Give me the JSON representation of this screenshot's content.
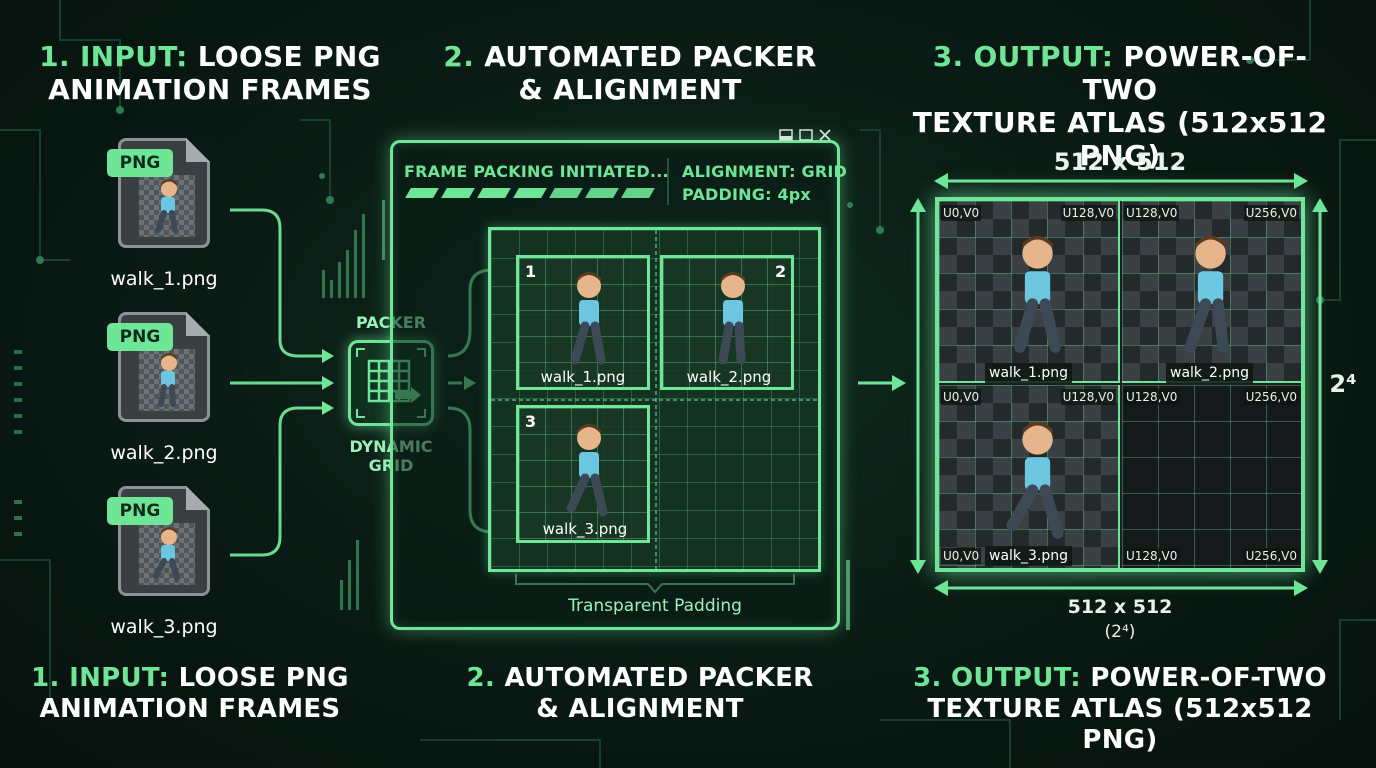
{
  "colors": {
    "accent": "#6fe597",
    "background": "#0a1a14",
    "card": "#3a3f42",
    "text": "#ffffff"
  },
  "headings_top": [
    {
      "num": "1.",
      "key": "INPUT:",
      "rest": "LOOSE PNG",
      "line2": "ANIMATION FRAMES"
    },
    {
      "num": "2.",
      "key": "",
      "rest": "AUTOMATED PACKER",
      "line2": "& ALIGNMENT"
    },
    {
      "num": "3.",
      "key": "OUTPUT:",
      "rest": "POWER-OF-TWO",
      "line2": "TEXTURE ATLAS (512x512 PNG)"
    }
  ],
  "headings_bottom": [
    {
      "num": "1.",
      "key": "INPUT:",
      "rest": "LOOSE PNG",
      "line2": "ANIMATION FRAMES"
    },
    {
      "num": "2.",
      "key": "",
      "rest": "AUTOMATED PACKER",
      "line2": "& ALIGNMENT"
    },
    {
      "num": "3.",
      "key": "OUTPUT:",
      "rest": "POWER-OF-TWO",
      "line2": "TEXTURE ATLAS (512x512 PNG)"
    }
  ],
  "input_files": [
    {
      "badge": "PNG",
      "name": "walk_1.png"
    },
    {
      "badge": "PNG",
      "name": "walk_2.png"
    },
    {
      "badge": "PNG",
      "name": "walk_3.png"
    }
  ],
  "packer": {
    "label": "PACKER",
    "grid_line1": "DYNAMIC",
    "grid_line2": "GRID"
  },
  "panel": {
    "status": "FRAME PACKING INITIATED...",
    "alignment": "ALIGNMENT: GRID",
    "padding": "PADDING: 4px",
    "progress_fraction": 0.6,
    "window_controls": [
      "minimize-icon",
      "maximize-icon",
      "close-icon"
    ],
    "slots": [
      {
        "num": "1",
        "name": "walk_1.png"
      },
      {
        "num": "2",
        "name": "walk_2.png"
      },
      {
        "num": "3",
        "name": "walk_3.png"
      }
    ],
    "padding_label": "Transparent Padding"
  },
  "atlas": {
    "top_dim": "512 x 512",
    "right_dim": "2⁴",
    "bottom_dim": "512 x 512",
    "bottom_sub": "(2⁴)",
    "quadrants": [
      {
        "uv_left": "U0,V0",
        "uv_mid": "U128,V0",
        "uv_right": "",
        "name": "walk_1.png"
      },
      {
        "uv_left": "U128,V0",
        "uv_mid": "",
        "uv_right": "U256,V0",
        "name": "walk_2.png"
      },
      {
        "uv_left": "U0,V0",
        "uv_mid": "U128,V0",
        "uv_right": "",
        "name": ""
      },
      {
        "uv_left": "U128,V0",
        "uv_mid": "",
        "uv_right": "U256,V0",
        "name": ""
      }
    ],
    "bottom_row_uv": [
      "U0,V0",
      "U128,V0",
      "U256,V0"
    ],
    "bottom_name": "walk_3.png"
  }
}
